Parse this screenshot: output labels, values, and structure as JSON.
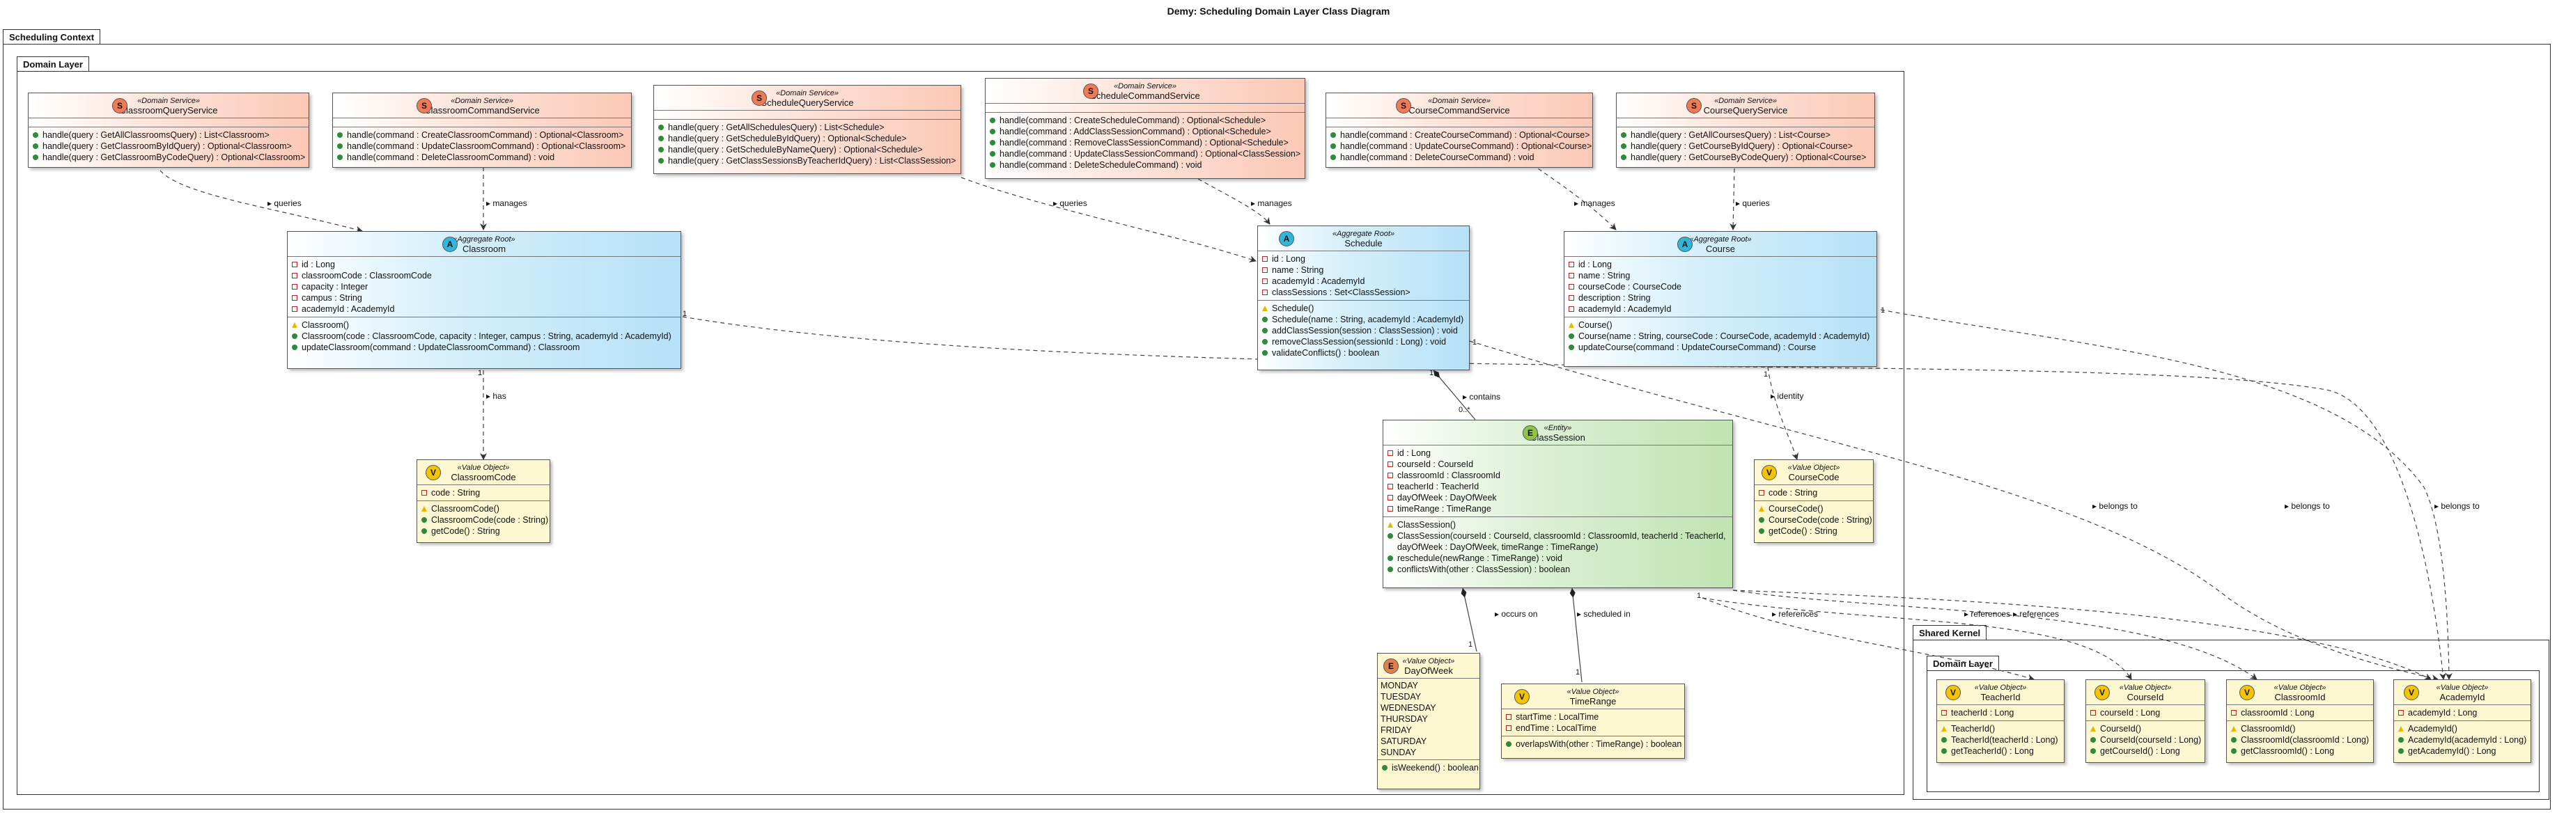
{
  "diagram_title": "Demy: Scheduling Domain Layer Class Diagram",
  "packages": {
    "scheduling_context": "Scheduling Context",
    "domain_layer": "Domain Layer",
    "shared_kernel": "Shared Kernel",
    "shared_domain_layer": "Domain Layer"
  },
  "badges": {
    "service": "S",
    "aggregate": "A",
    "entity": "E",
    "value": "V",
    "enum": "E"
  },
  "stereotypes": {
    "service": "«Domain Service»",
    "aggregate": "«Aggregate Root»",
    "entity": "«Entity»",
    "value": "«Value Object»"
  },
  "classes": {
    "classroom_query_service": {
      "name": "ClassroomQueryService",
      "attributes": [],
      "methods": [
        "handle(query : GetAllClassroomsQuery) : List<Classroom>",
        "handle(query : GetClassroomByIdQuery) : Optional<Classroom>",
        "handle(query : GetClassroomByCodeQuery) : Optional<Classroom>"
      ]
    },
    "classroom_command_service": {
      "name": "ClassroomCommandService",
      "attributes": [],
      "methods": [
        "handle(command : CreateClassroomCommand) : Optional<Classroom>",
        "handle(command : UpdateClassroomCommand) : Optional<Classroom>",
        "handle(command : DeleteClassroomCommand) : void"
      ]
    },
    "schedule_query_service": {
      "name": "ScheduleQueryService",
      "attributes": [],
      "methods": [
        "handle(query : GetAllSchedulesQuery) : List<Schedule>",
        "handle(query : GetScheduleByIdQuery) : Optional<Schedule>",
        "handle(query : GetScheduleByNameQuery) : Optional<Schedule>",
        "handle(query : GetClassSessionsByTeacherIdQuery) : List<ClassSession>"
      ]
    },
    "schedule_command_service": {
      "name": "ScheduleCommandService",
      "attributes": [],
      "methods": [
        "handle(command : CreateScheduleCommand) : Optional<Schedule>",
        "handle(command : AddClassSessionCommand) : Optional<Schedule>",
        "handle(command : RemoveClassSessionCommand) : Optional<Schedule>",
        "handle(command : UpdateClassSessionCommand) : Optional<ClassSession>",
        "handle(command : DeleteScheduleCommand) : void"
      ]
    },
    "course_command_service": {
      "name": "CourseCommandService",
      "attributes": [],
      "methods": [
        "handle(command : CreateCourseCommand) : Optional<Course>",
        "handle(command : UpdateCourseCommand) : Optional<Course>",
        "handle(command : DeleteCourseCommand) : void"
      ]
    },
    "course_query_service": {
      "name": "CourseQueryService",
      "attributes": [],
      "methods": [
        "handle(query : GetAllCoursesQuery) : List<Course>",
        "handle(query : GetCourseByIdQuery) : Optional<Course>",
        "handle(query : GetCourseByCodeQuery) : Optional<Course>"
      ]
    },
    "classroom": {
      "name": "Classroom",
      "attributes": [
        "id : Long",
        "classroomCode : ClassroomCode",
        "capacity : Integer",
        "campus : String",
        "academyId : AcademyId"
      ],
      "methods": [
        "Classroom()",
        "Classroom(code : ClassroomCode, capacity : Integer, campus : String, academyId : AcademyId)",
        "updateClassroom(command : UpdateClassroomCommand) : Classroom"
      ]
    },
    "schedule": {
      "name": "Schedule",
      "attributes": [
        "id : Long",
        "name : String",
        "academyId : AcademyId",
        "classSessions : Set<ClassSession>"
      ],
      "methods": [
        "Schedule()",
        "Schedule(name : String, academyId : AcademyId)",
        "addClassSession(session : ClassSession) : void",
        "removeClassSession(sessionId : Long) : void",
        "validateConflicts() : boolean"
      ]
    },
    "course": {
      "name": "Course",
      "attributes": [
        "id : Long",
        "name : String",
        "courseCode : CourseCode",
        "description : String",
        "academyId : AcademyId"
      ],
      "methods": [
        "Course()",
        "Course(name : String, courseCode : CourseCode, academyId : AcademyId)",
        "updateCourse(command : UpdateCourseCommand) : Course"
      ]
    },
    "class_session": {
      "name": "ClassSession",
      "attributes": [
        "id : Long",
        "courseId : CourseId",
        "classroomId : ClassroomId",
        "teacherId : TeacherId",
        "dayOfWeek : DayOfWeek",
        "timeRange : TimeRange"
      ],
      "methods": [
        "ClassSession()",
        "ClassSession(courseId : CourseId, classroomId : ClassroomId, teacherId : TeacherId, dayOfWeek : DayOfWeek, timeRange : TimeRange)",
        "reschedule(newRange : TimeRange) : void",
        "conflictsWith(other : ClassSession) : boolean"
      ]
    },
    "classroom_code": {
      "name": "ClassroomCode",
      "attributes": [
        "code : String"
      ],
      "methods": [
        "ClassroomCode()",
        "ClassroomCode(code : String)",
        "getCode() : String"
      ]
    },
    "course_code": {
      "name": "CourseCode",
      "attributes": [
        "code : String"
      ],
      "methods": [
        "CourseCode()",
        "CourseCode(code : String)",
        "getCode() : String"
      ]
    },
    "day_of_week": {
      "name": "DayOfWeek",
      "literals": [
        "MONDAY",
        "TUESDAY",
        "WEDNESDAY",
        "THURSDAY",
        "FRIDAY",
        "SATURDAY",
        "SUNDAY"
      ],
      "methods": [
        "isWeekend() : boolean"
      ]
    },
    "time_range": {
      "name": "TimeRange",
      "attributes": [
        "startTime : LocalTime",
        "endTime : LocalTime"
      ],
      "methods": [
        "overlapsWith(other : TimeRange) : boolean"
      ]
    },
    "teacher_id": {
      "name": "TeacherId",
      "attributes": [
        "teacherId : Long"
      ],
      "methods": [
        "TeacherId()",
        "TeacherId(teacherId : Long)",
        "getTeacherId() : Long"
      ]
    },
    "course_id": {
      "name": "CourseId",
      "attributes": [
        "courseId : Long"
      ],
      "methods": [
        "CourseId()",
        "CourseId(courseId : Long)",
        "getCourseId() : Long"
      ]
    },
    "classroom_id": {
      "name": "ClassroomId",
      "attributes": [
        "classroomId : Long"
      ],
      "methods": [
        "ClassroomId()",
        "ClassroomId(classroomId : Long)",
        "getClassroomId() : Long"
      ]
    },
    "academy_id": {
      "name": "AcademyId",
      "attributes": [
        "academyId : Long"
      ],
      "methods": [
        "AcademyId()",
        "AcademyId(academyId : Long)",
        "getAcademyId() : Long"
      ]
    }
  },
  "relations": {
    "queries": "queries",
    "manages": "manages",
    "has": "has",
    "contains": "contains",
    "identity": "identity",
    "occurs_on": "occurs on",
    "scheduled_in": "scheduled in",
    "references": "references",
    "belongs_to": "belongs to"
  },
  "multiplicities": {
    "one": "1",
    "zero_many": "0..*"
  }
}
